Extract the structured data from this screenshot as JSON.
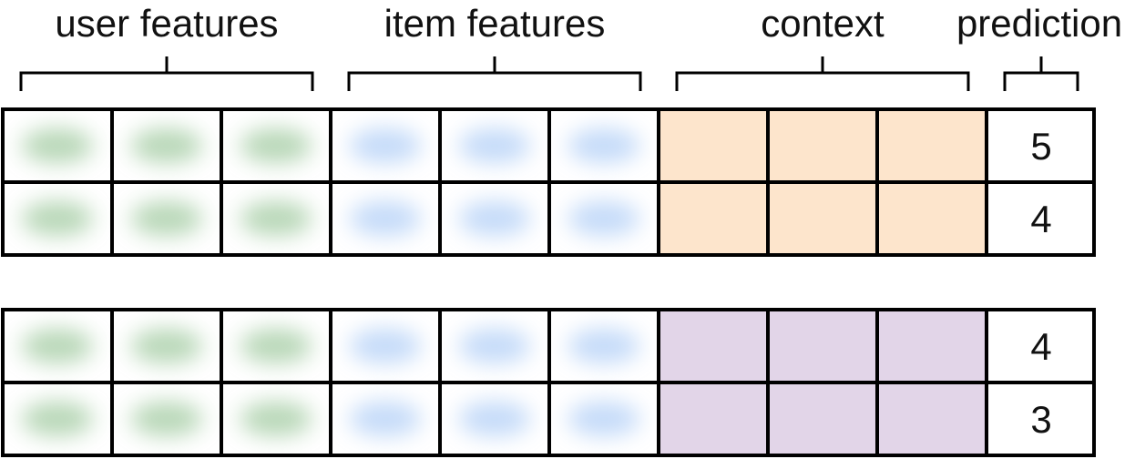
{
  "headers": {
    "user_features": "user features",
    "item_features": "item features",
    "context": "context",
    "prediction": "prediction"
  },
  "colors": {
    "user_blur": "#7fb77e",
    "item_blur": "#9ec3f5",
    "context_group_1": "#fde5cc",
    "context_group_2": "#e2d5e8"
  },
  "groups": [
    {
      "context_color": "context_group_1",
      "predictions": [
        "5",
        "4"
      ]
    },
    {
      "context_color": "context_group_2",
      "predictions": [
        "4",
        "3"
      ]
    }
  ]
}
